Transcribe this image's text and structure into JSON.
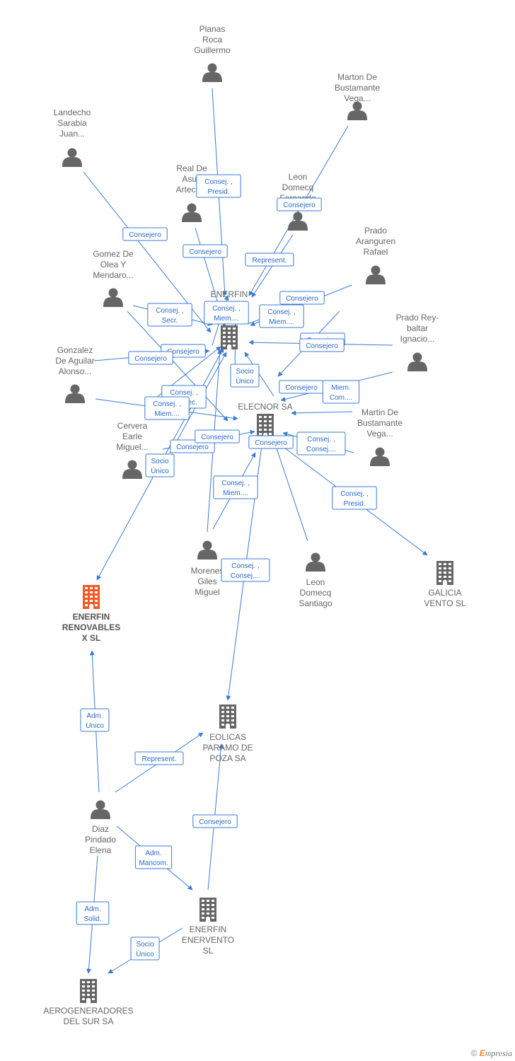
{
  "colors": {
    "edge": "#3a7bd5",
    "person": "#666666",
    "company": "#666666",
    "focus_company": "#f05a28"
  },
  "nodes": [
    {
      "id": "planas",
      "type": "person",
      "lines": [
        "Planas",
        "Roca",
        "Guillermo"
      ]
    },
    {
      "id": "marton",
      "type": "person",
      "lines": [
        "Marton De",
        "Bustamante",
        "Vega..."
      ]
    },
    {
      "id": "landecho",
      "type": "person",
      "lines": [
        "Landecho",
        "Sarabia",
        "Juan..."
      ]
    },
    {
      "id": "realde",
      "type": "person",
      "lines": [
        "Real De",
        "Asua",
        "Artech..."
      ]
    },
    {
      "id": "leonf",
      "type": "person",
      "lines": [
        "Leon",
        "Domecq",
        "Fernando"
      ]
    },
    {
      "id": "prado_ar",
      "type": "person",
      "lines": [
        "Prado",
        "Aranguren",
        "Rafael"
      ]
    },
    {
      "id": "gomez",
      "type": "person",
      "lines": [
        "Gomez De",
        "Olea Y",
        "Mendaro..."
      ]
    },
    {
      "id": "enerfin_sa",
      "type": "company",
      "lines": [
        "ENERFIN",
        "SA"
      ]
    },
    {
      "id": "prado_rb",
      "type": "person",
      "lines": [
        "Prado Rey-",
        "baltar",
        "Ignacio..."
      ]
    },
    {
      "id": "gonzalez",
      "type": "person",
      "lines": [
        "Gonzalez",
        "De Aguilar",
        "Alonso..."
      ]
    },
    {
      "id": "elecnor",
      "type": "company",
      "lines": [
        "ELECNOR SA"
      ]
    },
    {
      "id": "martin",
      "type": "person",
      "lines": [
        "Martin De",
        "Bustamante",
        "Vega..."
      ]
    },
    {
      "id": "cervera",
      "type": "person",
      "lines": [
        "Cervera",
        "Earle",
        "Miguel..."
      ]
    },
    {
      "id": "morenes",
      "type": "person",
      "lines": [
        "Morenes",
        "Giles",
        "Miguel"
      ]
    },
    {
      "id": "leons",
      "type": "person",
      "lines": [
        "Leon",
        "Domecq",
        "Santiago"
      ]
    },
    {
      "id": "galicia",
      "type": "company",
      "lines": [
        "GALICIA",
        "VENTO SL"
      ]
    },
    {
      "id": "enerfin_renov",
      "type": "focus",
      "lines": [
        "ENERFIN",
        "RENOVABLES",
        "X  SL"
      ]
    },
    {
      "id": "eolicas",
      "type": "company",
      "lines": [
        "EOLICAS",
        "PARAMO DE",
        "POZA SA"
      ]
    },
    {
      "id": "diaz",
      "type": "person",
      "lines": [
        "Diaz",
        "Pindado",
        "Elena"
      ]
    },
    {
      "id": "enervento",
      "type": "company",
      "lines": [
        "ENERFIN",
        "ENERVENTO",
        "SL"
      ]
    },
    {
      "id": "aerogen",
      "type": "company",
      "lines": [
        "AEROGENERADORES",
        "DEL SUR SA"
      ]
    }
  ],
  "edges": [
    {
      "id": "e1",
      "lines": [
        "Consej. ,",
        "Presid."
      ]
    },
    {
      "id": "e2",
      "lines": [
        "Consejero"
      ]
    },
    {
      "id": "e3",
      "lines": [
        "Consejero"
      ]
    },
    {
      "id": "e4",
      "lines": [
        "Consejero"
      ]
    },
    {
      "id": "e5",
      "lines": [
        "Represent."
      ]
    },
    {
      "id": "e6",
      "lines": [
        "Consejero"
      ]
    },
    {
      "id": "e7",
      "lines": [
        "Consej. ,",
        "Secr."
      ]
    },
    {
      "id": "e8",
      "lines": [
        "Consej. ,",
        "Miem...."
      ]
    },
    {
      "id": "e9",
      "lines": [
        "Consej. ,",
        "Miem...."
      ]
    },
    {
      "id": "e10",
      "lines": [
        "Consejero"
      ]
    },
    {
      "id": "e11",
      "lines": [
        "Consejero"
      ]
    },
    {
      "id": "e12",
      "lines": [
        "Consejero"
      ]
    },
    {
      "id": "e13",
      "lines": [
        "Consejero"
      ]
    },
    {
      "id": "e14",
      "lines": [
        "Socio",
        "Único"
      ]
    },
    {
      "id": "e15",
      "lines": [
        "Consej. ,",
        "Vicesec."
      ]
    },
    {
      "id": "e16",
      "lines": [
        "Consej. ,",
        "Miem...."
      ]
    },
    {
      "id": "e17",
      "lines": [
        "Consejero"
      ]
    },
    {
      "id": "e18",
      "lines": [
        "Miem.",
        "Com...."
      ]
    },
    {
      "id": "e19",
      "lines": [
        "Consejero"
      ]
    },
    {
      "id": "e20",
      "lines": [
        "Consejero"
      ]
    },
    {
      "id": "e21",
      "lines": [
        "Consejero"
      ]
    },
    {
      "id": "e22",
      "lines": [
        "Consej. ,",
        "Consej...."
      ]
    },
    {
      "id": "e23",
      "lines": [
        "Socio",
        "Único"
      ]
    },
    {
      "id": "e24",
      "lines": [
        "Consej. ,",
        "Miem...."
      ]
    },
    {
      "id": "e25",
      "lines": [
        "Consej. ,",
        "Presid."
      ]
    },
    {
      "id": "e26",
      "lines": [
        "Consej. ,",
        "Consej...."
      ]
    },
    {
      "id": "e27",
      "lines": [
        "Adm.",
        "Unico"
      ]
    },
    {
      "id": "e28",
      "lines": [
        "Represent."
      ]
    },
    {
      "id": "e29",
      "lines": [
        "Consejero"
      ]
    },
    {
      "id": "e30",
      "lines": [
        "Adm.",
        "Mancom."
      ]
    },
    {
      "id": "e31",
      "lines": [
        "Adm.",
        "Solid."
      ]
    },
    {
      "id": "e32",
      "lines": [
        "Socio",
        "Único"
      ]
    }
  ],
  "brand": {
    "symbol": "©",
    "first_letter": "E",
    "rest": "mpresia"
  }
}
